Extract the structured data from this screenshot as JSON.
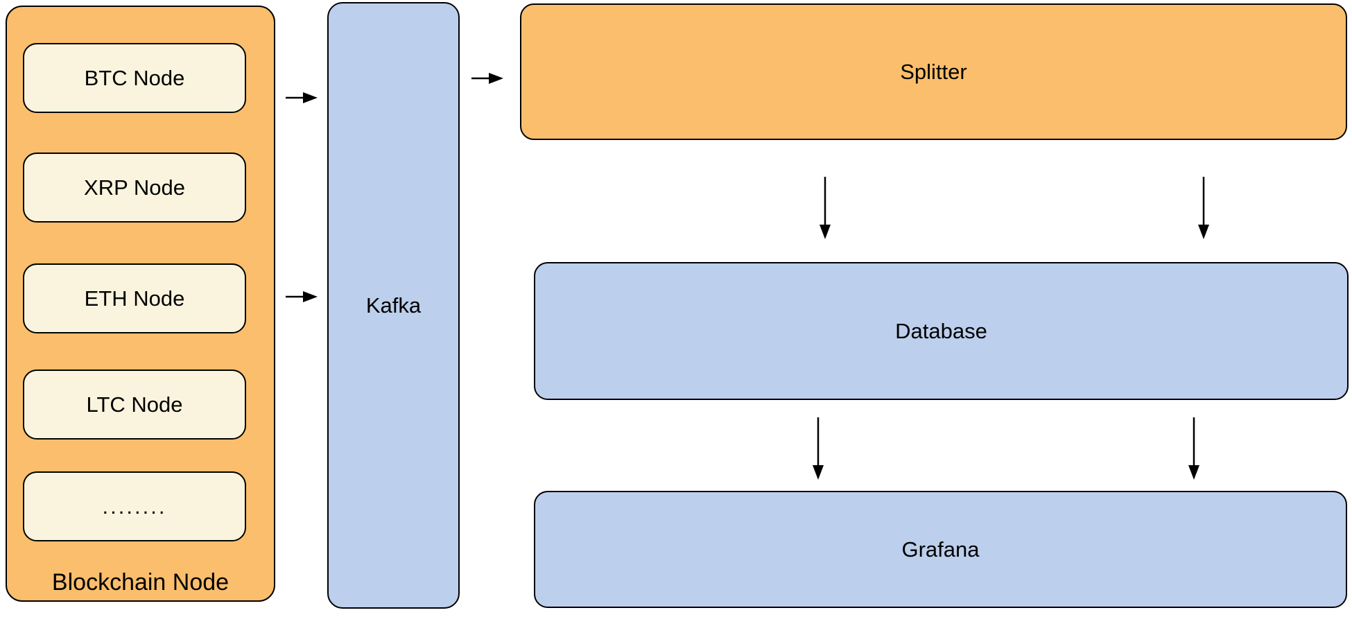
{
  "diagram": {
    "blockchain_group": {
      "label": "Blockchain Node",
      "nodes": [
        "BTC Node",
        "XRP Node",
        "ETH Node",
        "LTC Node",
        "........"
      ]
    },
    "kafka": {
      "label": "Kafka"
    },
    "splitter": {
      "label": "Splitter"
    },
    "database": {
      "label": "Database"
    },
    "grafana": {
      "label": "Grafana"
    },
    "colors": {
      "orange": "#FBBE6C",
      "cream": "#FAF4DE",
      "blue": "#BCCFEC",
      "stroke": "#000000",
      "background": "#FFFFFF"
    }
  }
}
